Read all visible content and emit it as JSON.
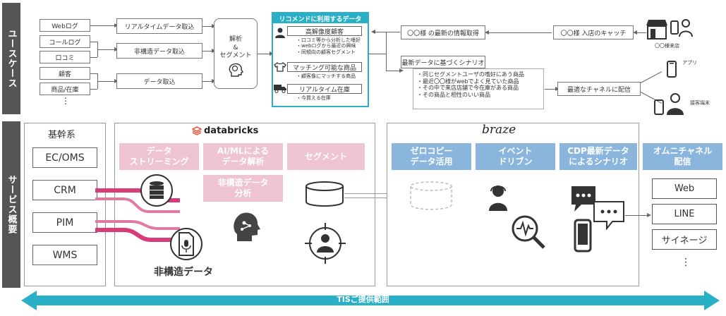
{
  "side": {
    "usecase": "ユースケース",
    "service": "サービス概要"
  },
  "sources": [
    "Webログ",
    "コールログ",
    "口コミ",
    "顧客",
    "商品/在庫",
    "⋮"
  ],
  "processes": [
    "リアルタイムデータ取込",
    "非構造データ取込",
    "データ取込"
  ],
  "analysis": "解析\n&\nセグメント",
  "recommend": {
    "title": "リコメンドに利用するデータ",
    "items": [
      {
        "head": "高解像度顧客",
        "details": "・口コミ等から分析した嗜好\n・webログから最近の興味\n・同傾向の顧客セグメント"
      },
      {
        "head": "マッチング可能な商品",
        "details": "・顧客像にマッチする商品"
      },
      {
        "head": "リアルタイム在庫",
        "details": "・今買える在庫"
      }
    ]
  },
  "right_top": {
    "latest_info": "〇〇様 の最新の情報取得",
    "visit_catch": "〇〇様 入店のキャッチ",
    "visit_store": "〇〇様来店",
    "scenario_title": "最新データに基づくシナリオ",
    "scenario_items": "・同じセグメントユーザの嗜好にあう商品\n・最近〇〇様がwebでよく見ていた商品\n・その中で来店店舗で今在庫がある商品\n・その商品と相性のいい商品",
    "optimal_channel": "最適なチャネルに配信",
    "app": "アプリ",
    "staff_terminal": "接客端末"
  },
  "core": {
    "title": "基幹系",
    "items": [
      "EC/OMS",
      "CRM",
      "PIM",
      "WMS"
    ]
  },
  "databricks": {
    "logo": "databricks",
    "features": [
      "データ\nストリーミング",
      "AI/MLによる\nデータ解析",
      "セグメント",
      "非構造データ\n分析"
    ],
    "unstructured": "非構造データ"
  },
  "braze": {
    "logo": "braze",
    "features": [
      "ゼロコピー\nデータ活用",
      "イベント\nドリブン",
      "CDP最新データ\nによるシナリオ"
    ]
  },
  "omni": {
    "title": "オムニチャネル\n配信",
    "channels": [
      "Web",
      "LINE",
      "サイネージ",
      "⋮"
    ]
  },
  "footer": "TISご提供範囲",
  "colors": {
    "pink": "#eec3d2",
    "magenta": "#d63d78",
    "blue": "#8ab6dd",
    "teal": "#29b0c6",
    "dark": "#555555"
  }
}
